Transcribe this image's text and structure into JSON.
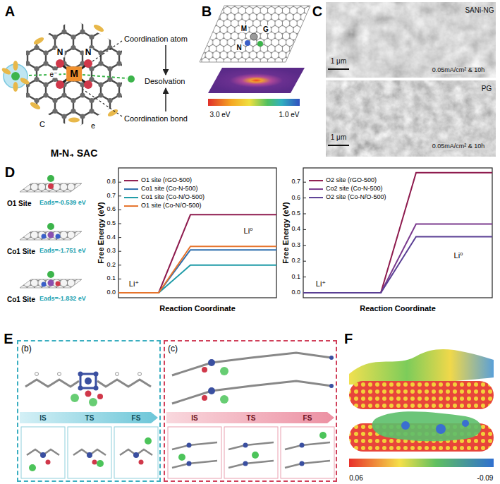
{
  "diagram": {
    "nodes": [
      {
        "text": [
          "(b)"
        ]
      },
      {
        "text": [
          "(c)"
        ]
      }
    ],
    "labels": [
      "A",
      "N",
      "N",
      "M",
      "e⁻",
      "C",
      "e",
      "Coordination atom",
      "Coordination bond",
      "Desolvation",
      "M-N₄ SAC",
      "B",
      "M",
      "G",
      "N",
      "3.0 eV",
      "1.0 eV",
      "C",
      "SANi-NG",
      "1 μm",
      "0.05mA/cm² & 10h",
      "PG",
      "1 μm",
      "0.05mA/cm² & 10h",
      "D",
      "O1 Site",
      "Eads=-0.539 eV",
      "Co1 Site",
      "Eads=-1.751 eV",
      "Co1 Site",
      "Eads=-1.832 eV",
      "Free Energy (eV)",
      "0.0",
      "0.1",
      "0.2",
      "0.3",
      "0.4",
      "0.5",
      "0.6",
      "0.7",
      "0.8",
      "Li⁺",
      "Li⁰",
      "Reaction Coordinate",
      "Free Energy (eV)",
      "0.0",
      "0.1",
      "0.2",
      "0.3",
      "0.4",
      "0.5",
      "0.6",
      "0.7",
      "Li⁺",
      "Li⁰",
      "Reaction Coordinate",
      "E",
      "IS",
      "TS",
      "FS",
      "IS",
      "TS",
      "FS",
      "F",
      "0.06",
      "-0.09"
    ],
    "legend": [
      {
        "text": "O1 site (rGO-500)"
      },
      {
        "text": "Co1 site (Co-N-500)"
      },
      {
        "text": "Co1 site (Co-N/O-500)"
      },
      {
        "text": "O1 site (Co-N/O-500)"
      },
      {
        "text": "O2 site (rGO-500)"
      },
      {
        "text": "Co2 site (Co-N-500)"
      },
      {
        "text": "O2 site (Co-N/O-500)"
      }
    ]
  }
}
